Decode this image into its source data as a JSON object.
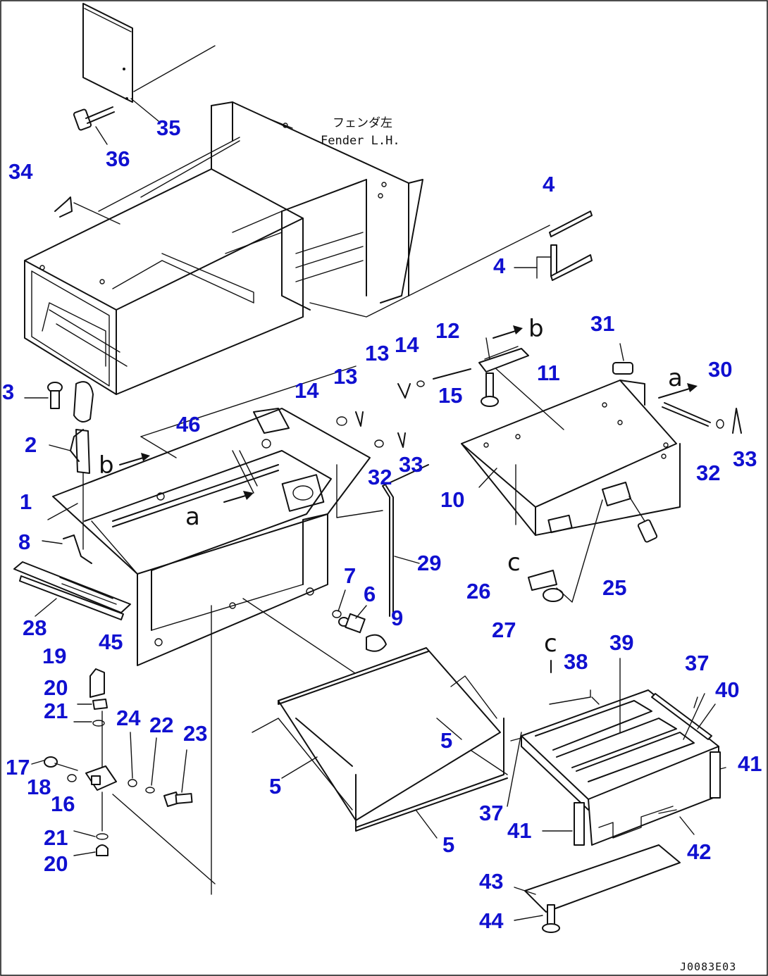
{
  "fender_label": {
    "jp": "フェンダ左",
    "en": "Fender L.H."
  },
  "drawing_code": "J0083E03",
  "detail_letters": {
    "a1": "a",
    "a2": "a",
    "b1": "b",
    "b2": "b",
    "c1": "c",
    "c2": "c"
  },
  "part_numbers": {
    "n1": "1",
    "n2": "2",
    "n3": "3",
    "n4a": "4",
    "n4b": "4",
    "n5a": "5",
    "n5b": "5",
    "n5c": "5",
    "n6": "6",
    "n7": "7",
    "n8": "8",
    "n9": "9",
    "n10": "10",
    "n11": "11",
    "n12": "12",
    "n13a": "13",
    "n13b": "13",
    "n14a": "14",
    "n14b": "14",
    "n15": "15",
    "n16": "16",
    "n17": "17",
    "n18": "18",
    "n19": "19",
    "n20a": "20",
    "n20b": "20",
    "n21a": "21",
    "n21b": "21",
    "n22": "22",
    "n23": "23",
    "n24": "24",
    "n25": "25",
    "n26": "26",
    "n27": "27",
    "n28": "28",
    "n29": "29",
    "n30": "30",
    "n31": "31",
    "n32a": "32",
    "n32b": "32",
    "n33a": "33",
    "n33b": "33",
    "n34": "34",
    "n35": "35",
    "n36": "36",
    "n37a": "37",
    "n37b": "37",
    "n38": "38",
    "n39": "39",
    "n40": "40",
    "n41a": "41",
    "n41b": "41",
    "n42": "42",
    "n43": "43",
    "n44": "44",
    "n45": "45",
    "n46": "46"
  }
}
